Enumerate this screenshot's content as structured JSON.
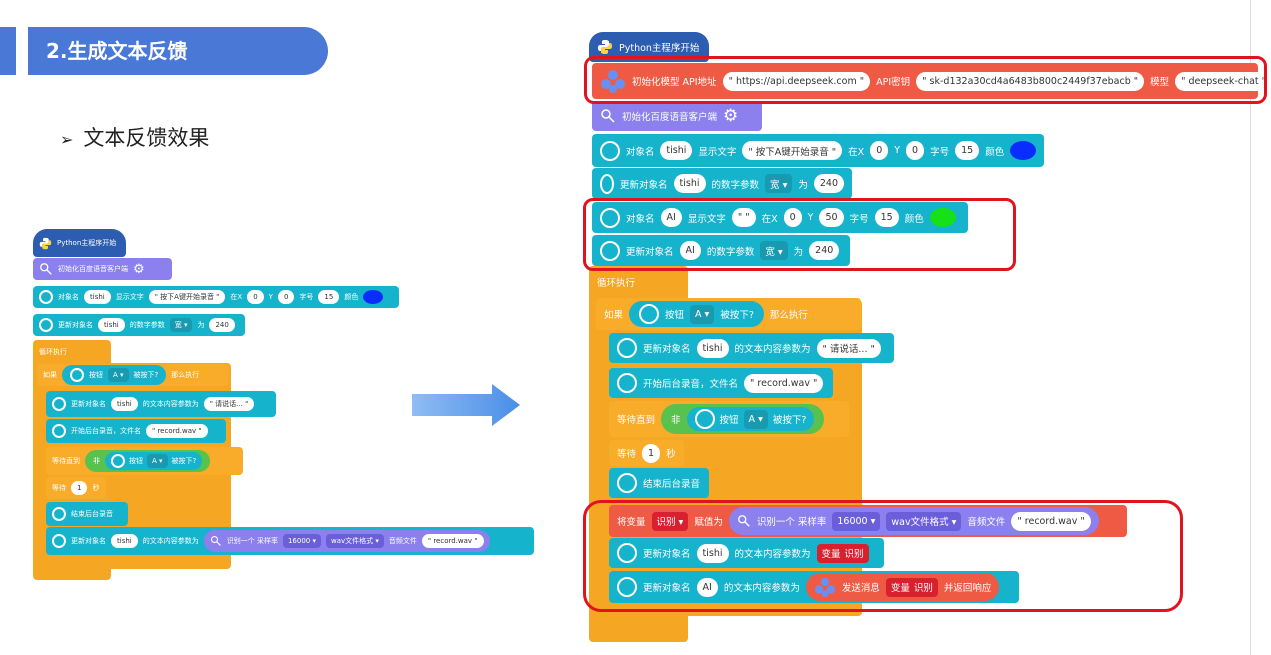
{
  "section_title": "2.生成文本反馈",
  "bullet": "文本反馈效果",
  "colors": {
    "accent": "#4a78d6",
    "teal": "#15b4cc",
    "orange": "#f5a623",
    "purple": "#8b80ee",
    "red_block": "#ee5a44",
    "highlight": "#e0141f",
    "arrow": "#4a8ee8"
  },
  "icons": [
    "python-icon",
    "gear-icon",
    "display-icon",
    "voice-icon",
    "ai-icon",
    "arrow-right-icon"
  ],
  "left": {
    "hat": "Python主程序开始",
    "init_speech": "初始化百度语音客户端",
    "obj_label": "对象名",
    "obj_tishi": "tishi",
    "show_text": "显示文字",
    "press_text": "\" 按下A键开始录音 \"",
    "at_x": "在X",
    "x0": "0",
    "y": "Y",
    "y0": "0",
    "font": "字号",
    "font15": "15",
    "color": "颜色",
    "update_obj": "更新对象名",
    "num_param": "的数字参数",
    "width": "宽 ▾",
    "to": "为",
    "w240": "240",
    "loop": "循环执行",
    "if": "如果",
    "button": "按钮",
    "btn_a": "A ▾",
    "pressed": "被按下?",
    "then": "那么执行",
    "text_param": "的文本内容参数为",
    "speak": "\" 请说话... \"",
    "start_rec": "开始后台录音，文件名",
    "wav": "\" record.wav \"",
    "wait_until": "等待直到",
    "not": "非",
    "wait": "等待",
    "one": "1",
    "sec": "秒",
    "stop_rec": "结束后台录音",
    "recognize": "识别一个 采样率",
    "rate": "16000 ▾",
    "fmt": "wav文件格式 ▾",
    "audio": "音频文件",
    "wav2": "\" record.wav \""
  },
  "right": {
    "hat": "Python主程序开始",
    "init_model": "初始化模型 API地址",
    "api_url": "\" https://api.deepseek.com \"",
    "api_key_label": "API密钥",
    "api_key": "\" sk-d132a30cd4a6483b800c2449f37ebacb \"",
    "model_label": "模型",
    "model": "\" deepseek-chat \"",
    "init_speech": "初始化百度语音客户端",
    "obj_label": "对象名",
    "obj_tishi": "tishi",
    "show_text": "显示文字",
    "press_text": "\" 按下A键开始录音 \"",
    "at_x": "在X",
    "x0": "0",
    "y": "Y",
    "y0": "0",
    "font": "字号",
    "font15": "15",
    "color": "颜色",
    "update_obj": "更新对象名",
    "num_param": "的数字参数",
    "width": "宽 ▾",
    "to": "为",
    "w240": "240",
    "obj_ai": "AI",
    "empty_str": "\"  \"",
    "y50": "50",
    "loop": "循环执行",
    "if": "如果",
    "button": "按钮",
    "btn_a": "A ▾",
    "pressed": "被按下?",
    "then": "那么执行",
    "text_param": "的文本内容参数为",
    "speak": "\" 请说话... \"",
    "start_rec": "开始后台录音，文件名",
    "wav": "\" record.wav \"",
    "wait_until": "等待直到",
    "not": "非",
    "wait": "等待",
    "one": "1",
    "sec": "秒",
    "stop_rec": "结束后台录音",
    "set_var": "将变量",
    "var_name": "识别 ▾",
    "assign": "赋值为",
    "recognize": "识别一个 采样率",
    "rate": "16000 ▾",
    "fmt": "wav文件格式 ▾",
    "audio": "音频文件",
    "wav2": "\" record.wav \"",
    "var_label": "变量",
    "var_ident": "识别",
    "send_msg": "发送消息",
    "return_resp": "并返回响应"
  }
}
